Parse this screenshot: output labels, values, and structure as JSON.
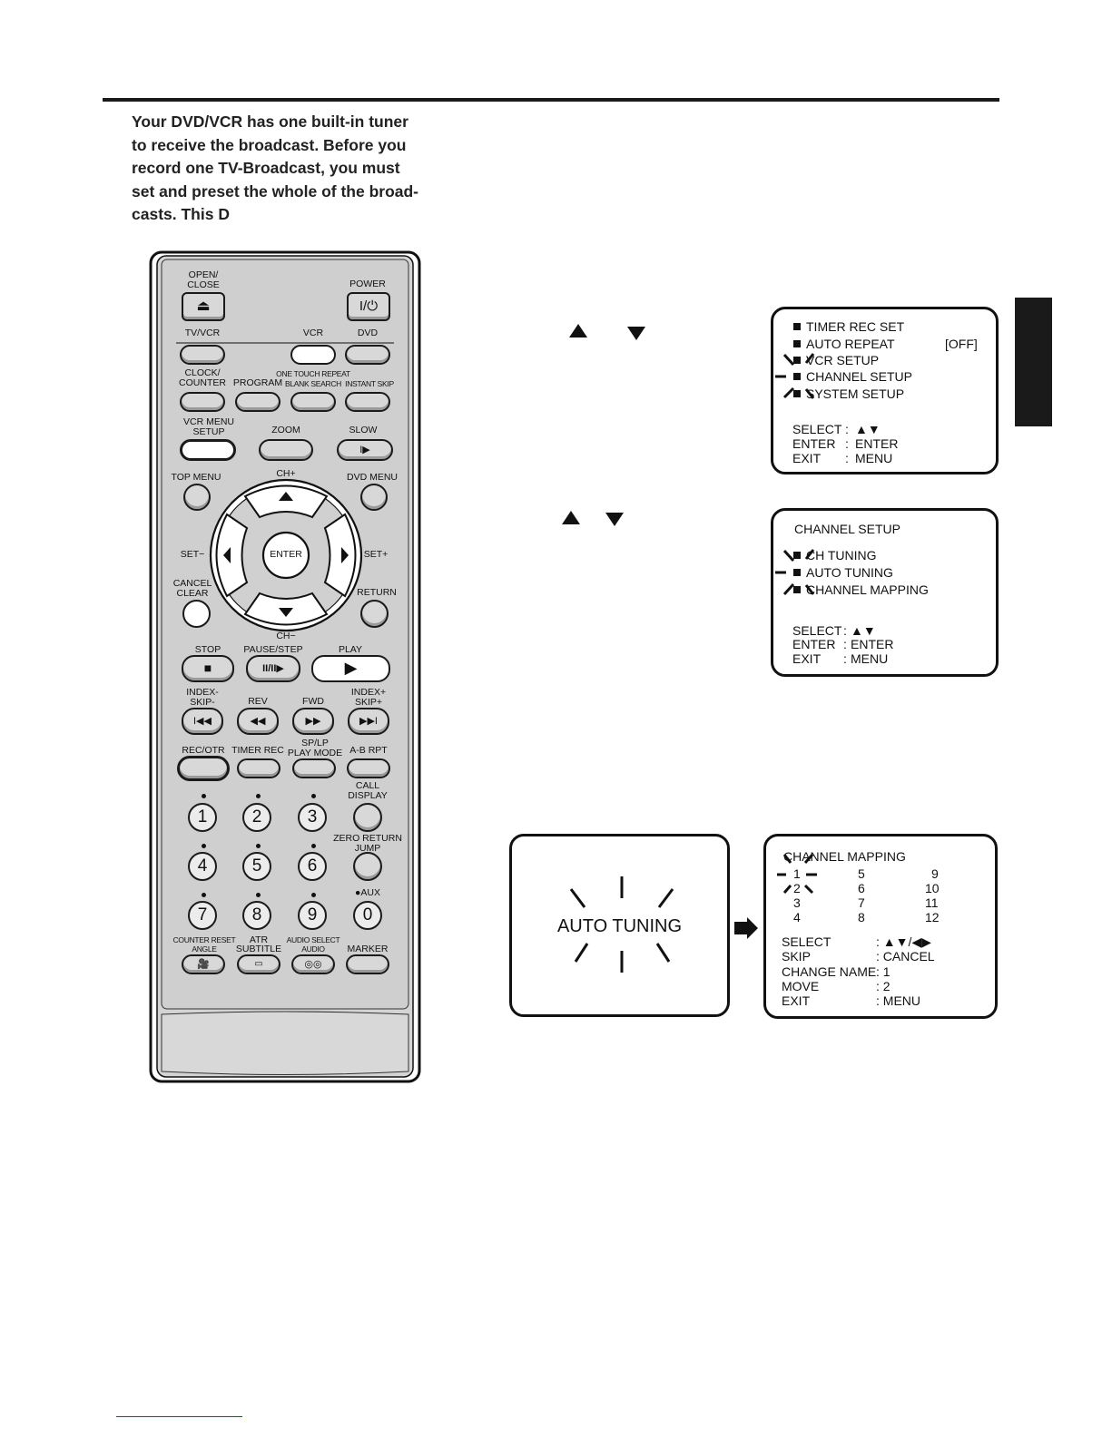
{
  "intro": {
    "lines": [
      "Your DVD/VCR has one built-in tuner",
      "to receive the broadcast. Before you",
      "record one TV-Broadcast, you must",
      "set and preset the whole of the broad-",
      "casts. This D"
    ]
  },
  "remote": {
    "labels": {
      "open_close": "OPEN/\nCLOSE",
      "power": "POWER",
      "tv_vcr": "TV/VCR",
      "vcr": "VCR",
      "dvd": "DVD",
      "clock_counter": "CLOCK/\nCOUNTER",
      "program": "PROGRAM",
      "one_touch": "ONE TOUCH REPEAT\nBLANK SEARCH",
      "instant_skip": "INSTANT SKIP",
      "vcr_menu_setup": "VCR MENU\nSETUP",
      "zoom": "ZOOM",
      "slow": "SLOW",
      "top_menu": "TOP MENU",
      "ch_plus": "CH+",
      "dvd_menu": "DVD MENU",
      "set_minus": "SET−",
      "enter": "ENTER",
      "set_plus": "SET+",
      "cancel_clear": "CANCEL\nCLEAR",
      "return": "RETURN",
      "ch_minus": "CH−",
      "stop": "STOP",
      "pause_step": "PAUSE/STEP",
      "play": "PLAY",
      "index_minus": "INDEX-\nSKIP-",
      "rev": "REV",
      "fwd": "FWD",
      "index_plus": "INDEX+\nSKIP+",
      "rec_otr": "REC/OTR",
      "timer_rec": "TIMER REC",
      "sp_lp": "SP/LP\nPLAY MODE",
      "ab_rpt": "A-B RPT",
      "call_display": "CALL\nDISPLAY",
      "zero_return": "ZERO RETURN\nJUMP",
      "aux": "●AUX",
      "counter_reset": "COUNTER RESET\nANGLE",
      "atr_subtitle": "ATR\nSUBTITLE",
      "audio_select": "AUDIO SELECT\nAUDIO",
      "marker": "MARKER"
    },
    "numbers": [
      "1",
      "2",
      "3",
      "4",
      "5",
      "6",
      "7",
      "8",
      "9",
      "0"
    ],
    "symbols": {
      "eject": "⏏",
      "power": "I/⏻",
      "slow": "I▶",
      "stop": "■",
      "pause": "II/II▶",
      "play": "▶",
      "skip_back": "I◀◀",
      "rev": "◀◀",
      "fwd": "▶▶",
      "skip_fwd": "▶▶I"
    }
  },
  "screen1": {
    "items": [
      "TIMER REC SET",
      "AUTO REPEAT",
      "VCR SETUP",
      "CHANNEL SETUP",
      "SYSTEM SETUP"
    ],
    "auto_repeat_value": "[OFF]",
    "help": [
      {
        "key": "SELECT",
        "sep": ":",
        "val": "▲▼"
      },
      {
        "key": "ENTER",
        "sep": ":",
        "val": "ENTER"
      },
      {
        "key": "EXIT",
        "sep": ":",
        "val": "MENU"
      }
    ]
  },
  "screen2": {
    "title": "CHANNEL SETUP",
    "items": [
      "CH TUNING",
      "AUTO TUNING",
      "CHANNEL MAPPING"
    ],
    "help": [
      {
        "key": "SELECT",
        "sep": ":",
        "val": "▲▼"
      },
      {
        "key": "ENTER",
        "sep": ":",
        "val": "ENTER"
      },
      {
        "key": "EXIT",
        "sep": ":",
        "val": "MENU"
      }
    ]
  },
  "screen3": {
    "text": "AUTO TUNING"
  },
  "screen4": {
    "title": "CHANNEL MAPPING",
    "col1": [
      "1",
      "2",
      "3",
      "4"
    ],
    "col2": [
      "5",
      "6",
      "7",
      "8"
    ],
    "col3": [
      "9",
      "10",
      "11",
      "12"
    ],
    "help": [
      {
        "key": "SELECT",
        "val": ": ▲▼/◀▶"
      },
      {
        "key": "SKIP",
        "val": ": CANCEL"
      },
      {
        "key": "CHANGE NAME",
        "val": ": 1"
      },
      {
        "key": "MOVE",
        "val": ": 2"
      },
      {
        "key": "EXIT",
        "val": ": MENU"
      }
    ]
  }
}
